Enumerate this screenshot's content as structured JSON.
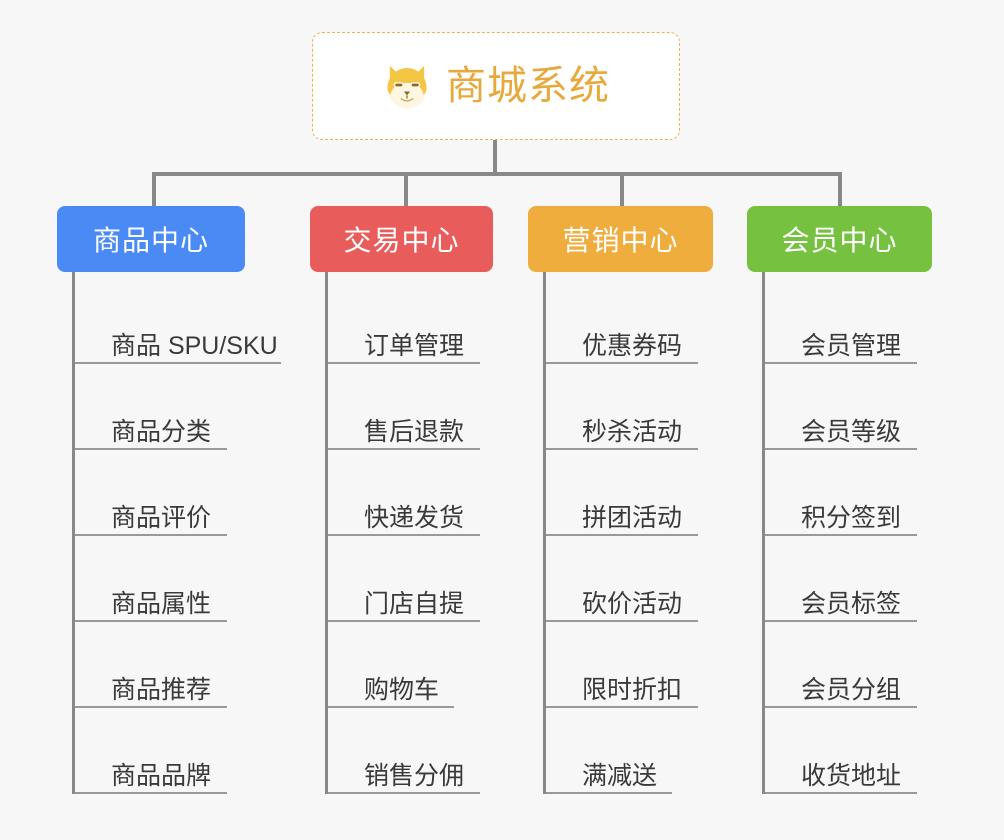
{
  "canvas": {
    "background": "#f7f7f7",
    "connector_color": "#888888"
  },
  "root": {
    "title": "商城系统",
    "icon": "shiba-dog-face-icon",
    "text_color": "#e8a93c",
    "border_color": "#e8b252",
    "background": "#ffffff"
  },
  "branches": [
    {
      "label": "商品中心",
      "color": "#4a8af4",
      "items": [
        {
          "label": "商品 SPU/SKU",
          "rule_width": 206
        },
        {
          "label": "商品分类",
          "rule_width": 152
        },
        {
          "label": "商品评价",
          "rule_width": 152
        },
        {
          "label": "商品属性",
          "rule_width": 152
        },
        {
          "label": "商品推荐",
          "rule_width": 152
        },
        {
          "label": "商品品牌",
          "rule_width": 152
        }
      ]
    },
    {
      "label": "交易中心",
      "color": "#e85c5c",
      "items": [
        {
          "label": "订单管理",
          "rule_width": 152
        },
        {
          "label": "售后退款",
          "rule_width": 152
        },
        {
          "label": "快递发货",
          "rule_width": 152
        },
        {
          "label": "门店自提",
          "rule_width": 152
        },
        {
          "label": "购物车",
          "rule_width": 126
        },
        {
          "label": "销售分佣",
          "rule_width": 152
        }
      ]
    },
    {
      "label": "营销中心",
      "color": "#eead3c",
      "items": [
        {
          "label": "优惠券码",
          "rule_width": 152
        },
        {
          "label": "秒杀活动",
          "rule_width": 152
        },
        {
          "label": "拼团活动",
          "rule_width": 152
        },
        {
          "label": "砍价活动",
          "rule_width": 152
        },
        {
          "label": "限时折扣",
          "rule_width": 152
        },
        {
          "label": "满减送",
          "rule_width": 126
        }
      ]
    },
    {
      "label": "会员中心",
      "color": "#76c240",
      "items": [
        {
          "label": "会员管理",
          "rule_width": 152
        },
        {
          "label": "会员等级",
          "rule_width": 152
        },
        {
          "label": "积分签到",
          "rule_width": 152
        },
        {
          "label": "会员标签",
          "rule_width": 152
        },
        {
          "label": "会员分组",
          "rule_width": 152
        },
        {
          "label": "收货地址",
          "rule_width": 152
        }
      ]
    }
  ]
}
